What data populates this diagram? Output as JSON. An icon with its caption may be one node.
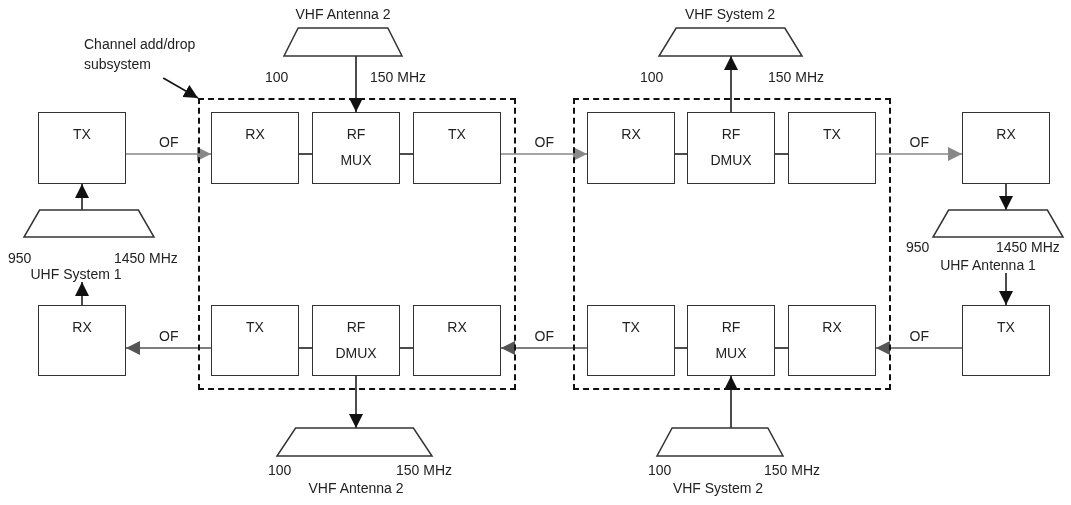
{
  "diagram": {
    "nodes": [
      {
        "text": [
          "Channel add/drop subsystem"
        ]
      },
      {
        "text": [
          "VHF Antenna 2"
        ],
        "beside": [
          "100",
          "150 MHz"
        ]
      },
      {
        "text": [
          "VHF System 2"
        ],
        "beside": [
          "100",
          "150 MHz"
        ]
      },
      {
        "text": [
          "TX"
        ]
      },
      {
        "text": [],
        "shape": "box"
      },
      {
        "text": [
          "RX"
        ],
        "in": 4
      },
      {
        "text": [
          "RF MUX"
        ],
        "in": 4
      },
      {
        "text": [
          "TX"
        ],
        "in": 4
      },
      {
        "text": [],
        "shape": "box"
      },
      {
        "text": [
          "RX"
        ],
        "in": 8
      },
      {
        "text": [
          "RF DMUX"
        ],
        "in": 8
      },
      {
        "text": [
          "TX"
        ],
        "in": 8
      },
      {
        "text": [
          "RX"
        ]
      },
      {
        "text": [
          "UHF System 1"
        ],
        "beside": [
          "950",
          "1450 MHz"
        ]
      },
      {
        "text": [
          "UHF Antenna 1"
        ],
        "beside": [
          "950",
          "1450 MHz"
        ]
      },
      {
        "text": [
          "RX"
        ]
      },
      {
        "text": [
          "TX"
        ],
        "in": 4
      },
      {
        "text": [
          "RF DMUX"
        ],
        "in": 4
      },
      {
        "text": [
          "RX"
        ],
        "in": 4
      },
      {
        "text": [
          "TX"
        ],
        "in": 8
      },
      {
        "text": [
          "RF MUX"
        ],
        "in": 8
      },
      {
        "text": [
          "RX"
        ],
        "in": 8
      },
      {
        "text": [
          "TX"
        ]
      },
      {
        "text": [
          "VHF Antenna 2"
        ],
        "beside": [
          "100",
          "150 MHz"
        ]
      },
      {
        "text": [
          "VHF System 2"
        ],
        "beside": [
          "100",
          "150 MHz"
        ]
      }
    ],
    "edges": [
      {
        "from": 0,
        "to": 4,
        "arrow": "to"
      },
      {
        "from": 1,
        "to": 6,
        "arrow": "to"
      },
      {
        "from": 3,
        "to": 5,
        "arrow": "to",
        "label": "OF",
        "color": "#888888"
      },
      {
        "from": 5,
        "to": 6,
        "arrow": "none"
      },
      {
        "from": 6,
        "to": 7,
        "arrow": "none"
      },
      {
        "from": 7,
        "to": 9,
        "arrow": "to",
        "label": "OF",
        "color": "#888888"
      },
      {
        "from": 9,
        "to": 10,
        "arrow": "none"
      },
      {
        "from": 10,
        "to": 11,
        "arrow": "none"
      },
      {
        "from": 10,
        "to": 2,
        "arrow": "to"
      },
      {
        "from": 11,
        "to": 12,
        "arrow": "to",
        "label": "OF",
        "color": "#888888"
      },
      {
        "from": 13,
        "to": 3,
        "arrow": "to"
      },
      {
        "from": 15,
        "to": 13,
        "arrow": "to"
      },
      {
        "from": 12,
        "to": 14,
        "arrow": "to"
      },
      {
        "from": 14,
        "to": 22,
        "arrow": "to"
      },
      {
        "from": 22,
        "to": 21,
        "arrow": "to",
        "label": "OF",
        "color": "#555555"
      },
      {
        "from": 21,
        "to": 20,
        "arrow": "none"
      },
      {
        "from": 20,
        "to": 19,
        "arrow": "none"
      },
      {
        "from": 19,
        "to": 18,
        "arrow": "to",
        "label": "OF",
        "color": "#555555"
      },
      {
        "from": 18,
        "to": 17,
        "arrow": "none"
      },
      {
        "from": 17,
        "to": 16,
        "arrow": "none"
      },
      {
        "from": 17,
        "to": 23,
        "arrow": "to"
      },
      {
        "from": 24,
        "to": 20,
        "arrow": "to"
      },
      {
        "from": 16,
        "to": 15,
        "arrow": "to",
        "label": "OF",
        "color": "#555555"
      }
    ]
  }
}
